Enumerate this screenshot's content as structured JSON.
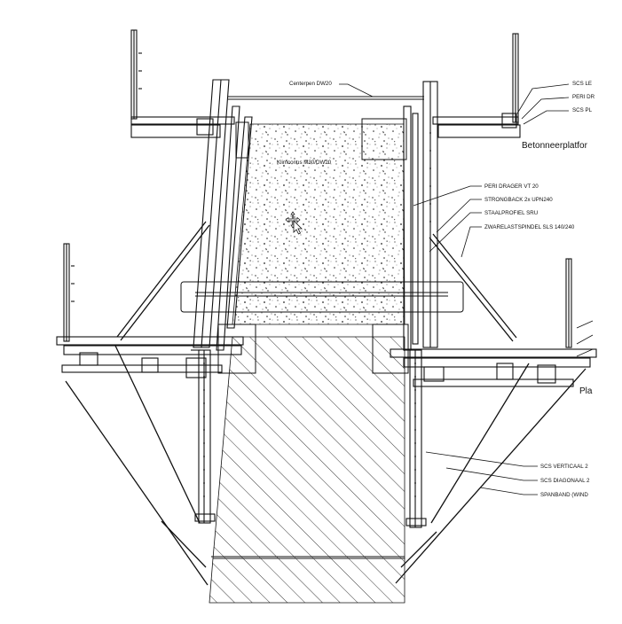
{
  "labels": {
    "top_left_1": "Centerpen DW20",
    "top_right_1": "SCS LE",
    "top_right_2": "PERI DR",
    "top_right_3": "SCS PL",
    "platform_title": "Betonneerplatfor",
    "klim": "Klimconus M30/DW20",
    "peri_drager": "PERI DRAGER VT 20",
    "strongback": "STRONGBACK 2x UPN240",
    "staalprofiel": "STAALPROFIEL SRU",
    "zwarelast": "ZWARELASTSPINDEL SLS 140/240",
    "pla": "Pla",
    "scs_verticaal": "SCS VERTICAAL 2",
    "scs_diagonaal": "SCS DIAGONAAL 2",
    "spanband": "SPANBAND (WIND"
  },
  "icons": {
    "cursor": "move-cursor-icon"
  },
  "colors": {
    "line": "#111111",
    "paper": "#ffffff"
  }
}
